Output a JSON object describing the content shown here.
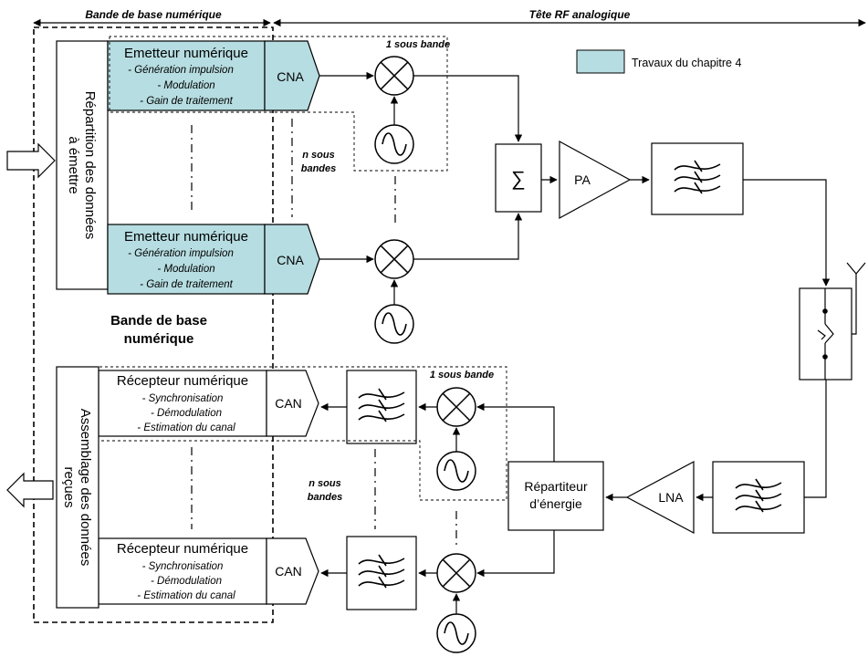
{
  "header": {
    "left": "Bande de base numérique",
    "right": "Tête RF analogique"
  },
  "legend": {
    "label": "Travaux du chapitre 4",
    "color": "#b6dde1"
  },
  "colors": {
    "highlight": "#b6dde1",
    "line": "#000000"
  },
  "tx": {
    "repartition": [
      "Répartition des données",
      "à émettre"
    ],
    "emitter": {
      "title": "Emetteur numérique",
      "steps": [
        "- Génération impulsion",
        "- Modulation",
        "- Gain de traitement"
      ]
    },
    "dac": "CNA",
    "one_subband": "1 sous bande",
    "n_subbands": [
      "n sous",
      "bandes"
    ],
    "sum": "∑",
    "pa": "PA"
  },
  "mid_label": [
    "Bande de base",
    "numérique"
  ],
  "rx": {
    "assemblage": [
      "Assemblage des données",
      "reçues"
    ],
    "receiver": {
      "title": "Récepteur numérique",
      "steps": [
        "- Synchronisation",
        "- Démodulation",
        "- Estimation du canal"
      ]
    },
    "adc": "CAN",
    "one_subband": "1 sous bande",
    "n_subbands": [
      "n sous",
      "bandes"
    ],
    "splitter": [
      "Répartiteur",
      "d’énergie"
    ],
    "lna": "LNA"
  }
}
